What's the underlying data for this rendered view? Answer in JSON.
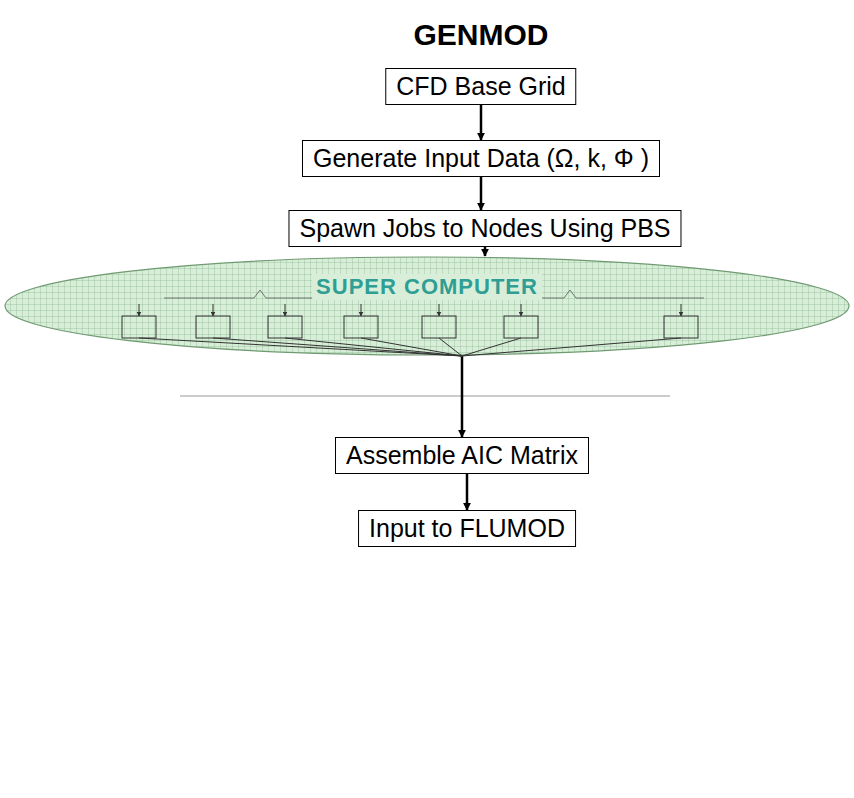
{
  "diagram": {
    "title": "GENMOD",
    "nodes": [
      {
        "text": [
          "CFD Base Grid"
        ]
      },
      {
        "text": [
          "Generate Input Data (Ω, k, Φ )"
        ]
      },
      {
        "text": [
          "Spawn Jobs to Nodes Using PBS"
        ]
      },
      {
        "text": [
          "SUPER COMPUTER"
        ]
      },
      {
        "text": [
          "Assemble AIC Matrix"
        ]
      },
      {
        "text": [
          "Input to FLUMOD"
        ]
      }
    ],
    "edges": [
      {
        "from": 0,
        "to": 1,
        "arrow": "to"
      },
      {
        "from": 1,
        "to": 2,
        "arrow": "to"
      },
      {
        "from": 2,
        "to": 3,
        "arrow": "to"
      },
      {
        "from": 3,
        "to": 4,
        "arrow": "to"
      },
      {
        "from": 4,
        "to": 5,
        "arrow": "to"
      }
    ]
  }
}
